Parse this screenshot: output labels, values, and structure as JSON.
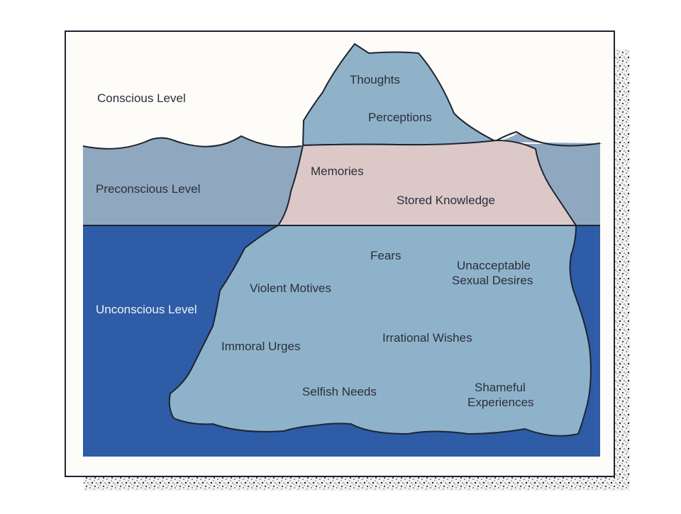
{
  "levels": {
    "conscious": "Conscious Level",
    "preconscious": "Preconscious Level",
    "unconscious": "Unconscious Level"
  },
  "conscious_items": [
    "Thoughts",
    "Perceptions"
  ],
  "preconscious_items": [
    "Memories",
    "Stored Knowledge"
  ],
  "unconscious_items": {
    "fears": "Fears",
    "unacceptable_desires": [
      "Unacceptable",
      "Sexual Desires"
    ],
    "violent_motives": "Violent Motives",
    "immoral_urges": "Immoral Urges",
    "irrational_wishes": "Irrational Wishes",
    "selfish_needs": "Selfish Needs",
    "shameful_experiences": [
      "Shameful",
      "Experiences"
    ]
  },
  "colors": {
    "sky": "#fdfcf8",
    "preconscious_water": "#8fa8c0",
    "unconscious_water": "#2e5ca6",
    "iceberg_tip": "#8fb2c9",
    "preconscious_ice": "#dcc9c7",
    "submerged_ice": "#8fb2cb",
    "outline": "#1e2430"
  }
}
